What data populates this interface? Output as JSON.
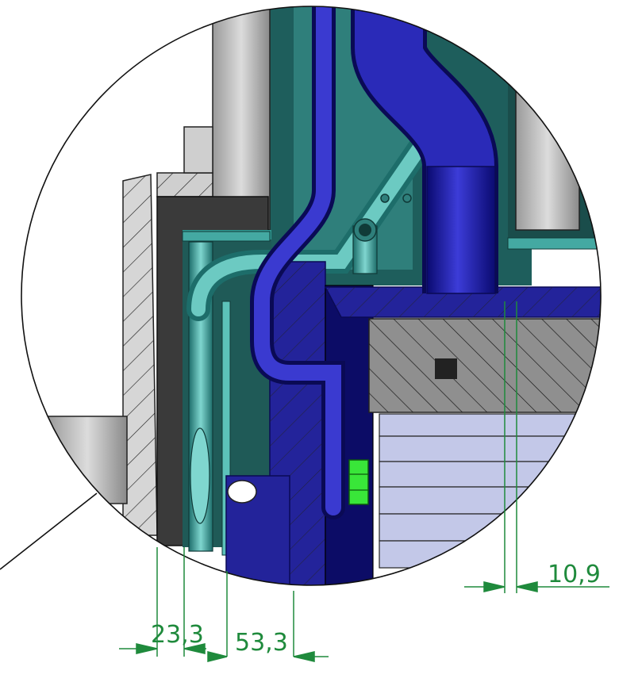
{
  "colors": {
    "dimension": "#1f8a3c",
    "navy": "#1a1a8c",
    "teal": "#2e8b86",
    "grey": "#a9a9a9",
    "green_nut": "#39e639"
  },
  "dimensions": {
    "d1": "23,3",
    "d2": "53,3",
    "d3": "10,9"
  }
}
